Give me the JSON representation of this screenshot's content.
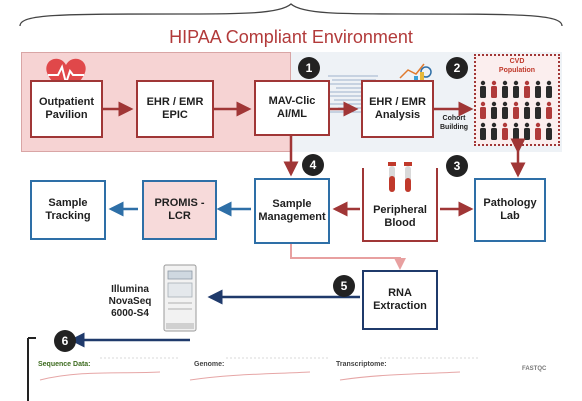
{
  "header": {
    "title": "HIPAA Compliant Environment"
  },
  "boxes": {
    "outpatient": "Outpatient\nPavilion",
    "ehr_epic": "EHR / EMR\nEPIC",
    "mav": "MAV-Clic\nAI/ML",
    "ehr_analysis": "EHR / EMR\nAnalysis",
    "sample_mgmt": "Sample\nManagement",
    "promis": "PROMIS -\nLCR",
    "sample_tracking": "Sample\nTracking",
    "peripheral_blood": "Peripheral\nBlood",
    "pathology_lab": "Pathology\nLab",
    "rna_extraction": "RNA\nExtraction"
  },
  "labels": {
    "cohort_building": "Cohort\nBuilding",
    "cvd_population": "CVD\nPopulation",
    "sequencer": "Illumina\nNovaSeq\n6000-S4"
  },
  "badges": [
    "1",
    "2",
    "3",
    "4",
    "5",
    "6"
  ],
  "bottom_panel": {
    "sequence_data": "Sequence Data:",
    "genome": "Genome:",
    "transcriptome": "Transcriptome:",
    "logo": "FASTQC"
  },
  "colors": {
    "title": "#b23a3a",
    "red_border": "#a03636",
    "blue_border": "#2e6fa7",
    "navy_border": "#1f3a6b",
    "pink_region": "#f6d3d3",
    "gray_region": "#eef2f6"
  },
  "icons": [
    "heart-pulse-icon",
    "test-tubes-icon",
    "sequencer-icon",
    "population-icon",
    "analysis-icon"
  ]
}
